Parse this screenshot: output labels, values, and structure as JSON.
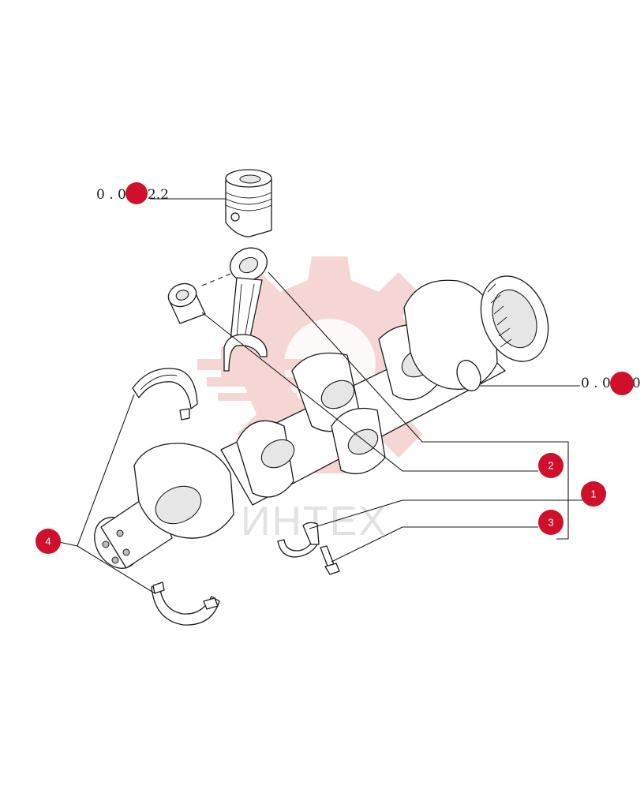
{
  "references": [
    {
      "id": "piston-ref",
      "text": "0 . 0.082.2"
    },
    {
      "id": "flywheel-ref",
      "text": "0 . 0.080"
    }
  ],
  "callouts": [
    {
      "id": "callout-1",
      "label": "1"
    },
    {
      "id": "callout-2",
      "label": "2"
    },
    {
      "id": "callout-3",
      "label": "3"
    },
    {
      "id": "callout-4",
      "label": "4"
    }
  ],
  "watermark": {
    "text": "ИНТЕХ"
  },
  "colors": {
    "badge": "#d0102b",
    "watermark": "#f3c7c7",
    "line": "#1a1a1a"
  }
}
